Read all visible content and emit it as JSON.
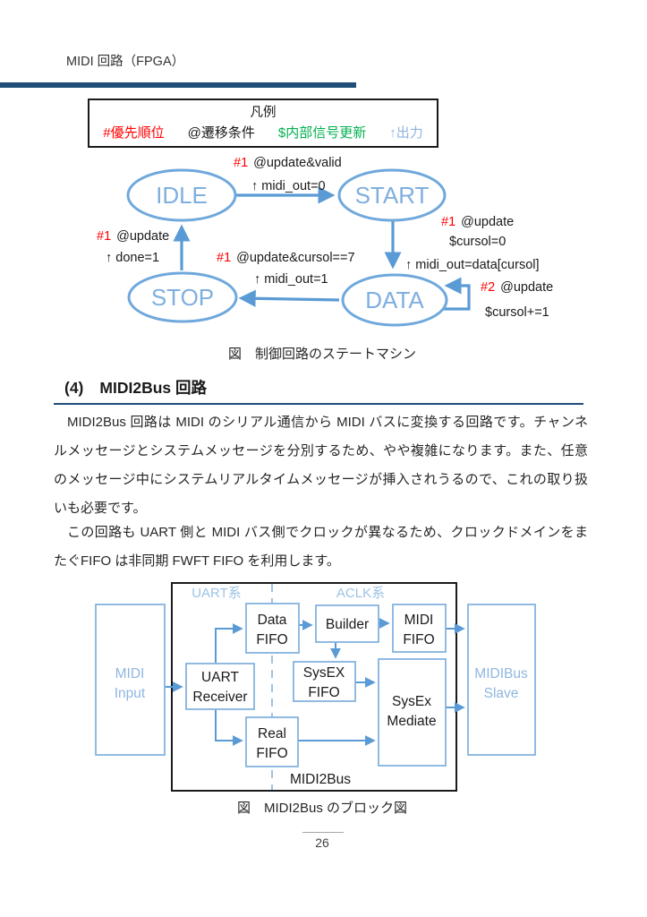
{
  "page": {
    "header": "MIDI 回路（FPGA）",
    "page_number": "26"
  },
  "colors": {
    "accent": "#1F4E79",
    "red": "#FF0000",
    "green": "#00B050",
    "light_blue": "#9DC3E6",
    "diagram_blue": "#5B9BD5"
  },
  "legend": {
    "title": "凡例",
    "items": [
      {
        "name": "priority",
        "label": "#優先順位"
      },
      {
        "name": "condition",
        "label": "@遷移条件"
      },
      {
        "name": "signal-update",
        "label": "$内部信号更新"
      },
      {
        "name": "output",
        "label": "↑出力"
      }
    ]
  },
  "state_machine": {
    "caption": "図　制御回路のステートマシン",
    "states": {
      "idle": "IDLE",
      "start": "START",
      "stop": "STOP",
      "data": "DATA"
    },
    "transitions": {
      "idle_to_start": {
        "priority": "#1",
        "condition": "@update&valid",
        "output": "↑ midi_out=0"
      },
      "start_to_data": {
        "priority": "#1",
        "condition": "@update",
        "update": "$cursol=0",
        "output": "↑ midi_out=data[cursol]"
      },
      "data_self": {
        "priority": "#2",
        "condition": "@update",
        "update": "$cursol+=1"
      },
      "data_to_stop": {
        "priority": "#1",
        "condition": "@update&cursol==7",
        "output": "↑ midi_out=1"
      },
      "stop_to_idle": {
        "priority": "#1",
        "condition": "@update",
        "output": "↑ done=1"
      }
    }
  },
  "section": {
    "number": "(4)",
    "title": "MIDI2Bus 回路"
  },
  "paragraphs": [
    "MIDI2Bus 回路は MIDI のシリアル通信から MIDI バスに変換する回路です。チャンネルメッセージとシステムメッセージを分別するため、やや複雑になります。また、任意のメッセージ中にシステムリアルタイムメッセージが挿入されうるので、これの取り扱いも必要です。",
    "この回路も UART 側と MIDI バス側でクロックが異なるため、クロックドメインをまたぐFIFO は非同期 FWFT FIFO を利用します。"
  ],
  "block_diagram": {
    "caption": "図　MIDI2Bus のブロック図",
    "domains": {
      "uart": "UART系",
      "aclk": "ACLK系"
    },
    "container_label": "MIDI2Bus",
    "blocks": {
      "midi_input": [
        "MIDI",
        "Input"
      ],
      "uart_receiver": [
        "UART",
        "Receiver"
      ],
      "data_fifo": [
        "Data",
        "FIFO"
      ],
      "builder": [
        "Builder"
      ],
      "midi_fifo": [
        "MIDI",
        "FIFO"
      ],
      "sysex_fifo": [
        "SysEX",
        "FIFO"
      ],
      "sysex_mediate": [
        "SysEx",
        "Mediate"
      ],
      "real_fifo": [
        "Real",
        "FIFO"
      ],
      "midibus_slave": [
        "MIDIBus",
        "Slave"
      ]
    }
  }
}
